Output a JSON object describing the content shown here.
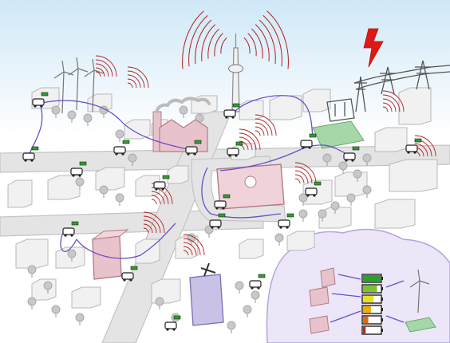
{
  "scene": {
    "palette": {
      "sky_top": "#d6ecf8",
      "sky_bottom": "#ffffff",
      "road": "#e3e3e3",
      "road_edge": "#c6c6c6",
      "building": "#eeeeee",
      "building_line": "#b8b8b8",
      "highlight_building": "#e9c3cc",
      "highlight_line": "#b07c88",
      "purple_building": "#c9c1e6",
      "purple_line": "#7a6fb1",
      "signal": "#b02020",
      "route": "#6a4fc7",
      "cloud": "#d9cdee",
      "lightning": "#e01818",
      "solar": "#a6d7a8",
      "tree": "#c2c2c2"
    },
    "legend": {
      "battery_levels": [
        {
          "fill": 1.0,
          "color": "#2e9e2e"
        },
        {
          "fill": 0.8,
          "color": "#7cc42e"
        },
        {
          "fill": 0.6,
          "color": "#e8e020"
        },
        {
          "fill": 0.45,
          "color": "#f0b000"
        },
        {
          "fill": 0.3,
          "color": "#e06810"
        },
        {
          "fill": 0.15,
          "color": "#d02010"
        }
      ]
    }
  }
}
